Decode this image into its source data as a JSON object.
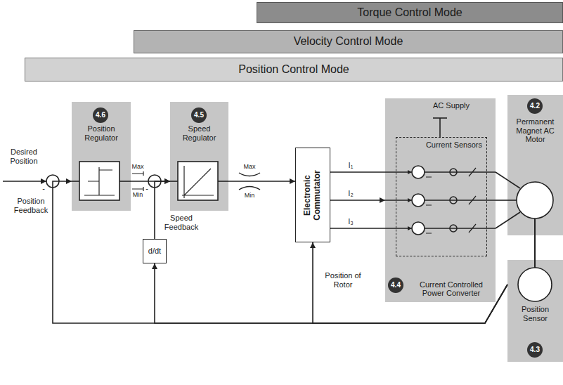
{
  "diagram": {
    "nodes": [
      {
        "text": [
          "Torque Control Mode"
        ]
      },
      {
        "text": [
          "Velocity Control Mode"
        ]
      },
      {
        "text": [
          "Position Control Mode"
        ]
      },
      {
        "text": [
          "Position Regulator"
        ]
      },
      {
        "text": [
          "Speed Regulator"
        ]
      },
      {
        "text": [
          "d/dt"
        ]
      },
      {
        "text": [
          "Electronic Commutator"
        ]
      },
      {
        "text": [
          "AC Supply",
          "Current Controlled Power Converter"
        ]
      },
      {
        "text": [
          "Current Sensors"
        ],
        "in": 7
      },
      {
        "text": [
          "Permanent Magnet AC Motor"
        ]
      },
      {
        "text": [
          "Position Sensor"
        ]
      }
    ],
    "edges": [
      {
        "from": 3,
        "to": 4,
        "arrow": "to"
      },
      {
        "from": 4,
        "to": 6,
        "arrow": "to"
      },
      {
        "from": 6,
        "to": 7,
        "arrow": "to"
      },
      {
        "from": 7,
        "to": 9,
        "arrow": "none"
      },
      {
        "from": 10,
        "to": 6,
        "label": "Position of Rotor",
        "arrow": "to"
      },
      {
        "from": 10,
        "to": 5,
        "arrow": "to"
      },
      {
        "from": 5,
        "to": 4,
        "label": "Speed Feedback",
        "arrow": "to"
      },
      {
        "from": 10,
        "to": 3,
        "label": "Position Feedback",
        "arrow": "to"
      }
    ],
    "labels": [
      "Desired Position",
      "-",
      "4.6",
      "Max",
      "Min",
      "-",
      "4.5",
      "Max",
      "Min",
      "I₁",
      "I₂",
      "I₃",
      "4.4",
      "4.2",
      "4.3"
    ]
  }
}
